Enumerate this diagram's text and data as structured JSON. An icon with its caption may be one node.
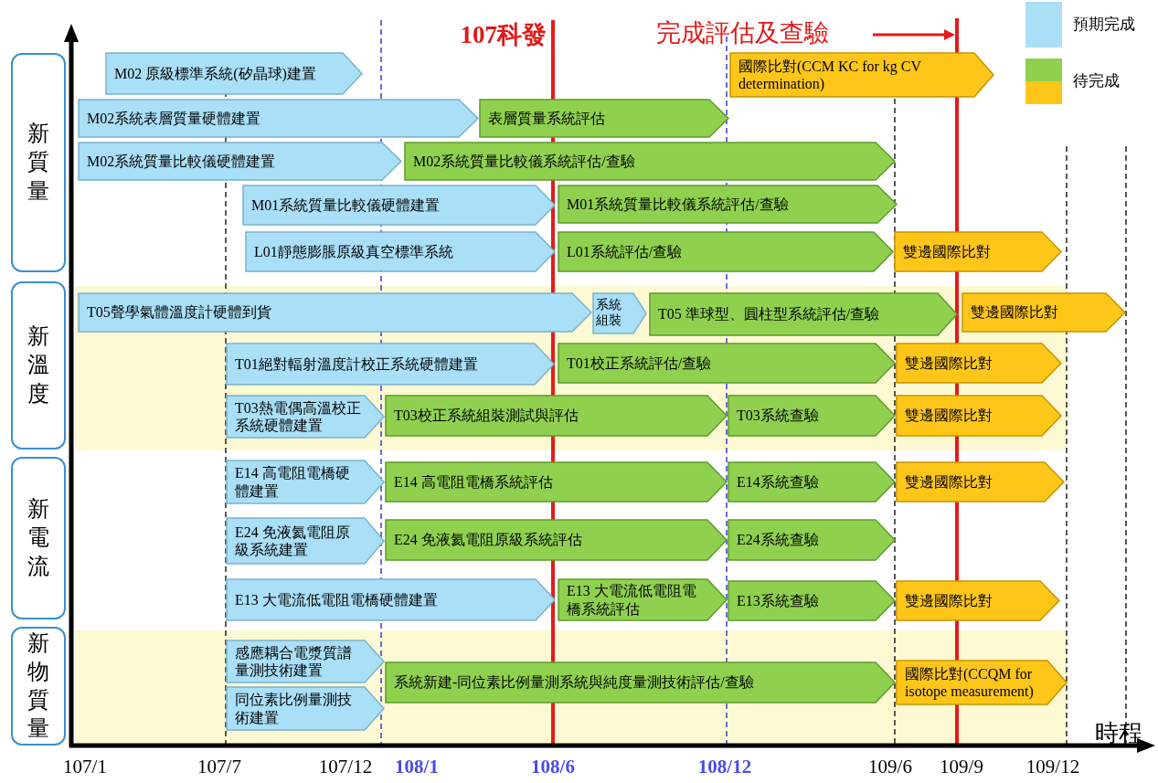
{
  "diagram": {
    "nodes": [
      {
        "text": [
          "新質量"
        ]
      },
      {
        "text": [
          "新溫度"
        ]
      },
      {
        "text": [
          "新電流"
        ]
      },
      {
        "text": [
          "新物質量"
        ]
      },
      {
        "text": [
          "M02 原級標準系統(矽晶球)建置"
        ]
      },
      {
        "text": [
          "國際比對(CCM KC for kg CV determination)"
        ]
      },
      {
        "text": [
          "M02系統表層質量硬體建置"
        ]
      },
      {
        "text": [
          "表層質量系統評估"
        ]
      },
      {
        "text": [
          "M02系統質量比較儀硬體建置"
        ]
      },
      {
        "text": [
          "M02系統質量比較儀系統評估/查驗"
        ]
      },
      {
        "text": [
          "M01系統質量比較儀硬體建置"
        ]
      },
      {
        "text": [
          "M01系統質量比較儀系統評估/查驗"
        ]
      },
      {
        "text": [
          "L01靜態膨脹原級真空標準系統"
        ]
      },
      {
        "text": [
          "L01系統評估/查驗"
        ]
      },
      {
        "text": [
          "雙邊國際比對"
        ]
      },
      {
        "text": [
          "T05聲學氣體溫度計硬體到貨"
        ]
      },
      {
        "text": [
          "系統組裝"
        ]
      },
      {
        "text": [
          "T05 準球型、圓柱型系統評估/查驗"
        ]
      },
      {
        "text": [
          "雙邊國際比對"
        ]
      },
      {
        "text": [
          "T01絕對輻射溫度計校正系統硬體建置"
        ]
      },
      {
        "text": [
          "T01校正系統評估/查驗"
        ]
      },
      {
        "text": [
          "雙邊國際比對"
        ]
      },
      {
        "text": [
          "T03熱電偶高溫校正系統硬體建置"
        ]
      },
      {
        "text": [
          "T03校正系統組裝測試與評估"
        ]
      },
      {
        "text": [
          "T03系統查驗"
        ]
      },
      {
        "text": [
          "雙邊國際比對"
        ]
      },
      {
        "text": [
          "E14 高電阻電橋硬體建置"
        ]
      },
      {
        "text": [
          "E14 高電阻電橋系統評估"
        ]
      },
      {
        "text": [
          "E14系統查驗"
        ]
      },
      {
        "text": [
          "雙邊國際比對"
        ]
      },
      {
        "text": [
          "E24 免液氦電阻原級系統建置"
        ]
      },
      {
        "text": [
          "E24 免液氦電阻原級系統評估"
        ]
      },
      {
        "text": [
          "E24系統查驗"
        ]
      },
      {
        "text": [
          "E13 大電流低電阻電橋硬體建置"
        ]
      },
      {
        "text": [
          "E13 大電流低電阻電橋系統評估"
        ]
      },
      {
        "text": [
          "E13系統查驗"
        ]
      },
      {
        "text": [
          "雙邊國際比對"
        ]
      },
      {
        "text": [
          "感應耦合電漿質譜量測技術建置"
        ]
      },
      {
        "text": [
          "同位素比例量測技術建置"
        ]
      },
      {
        "text": [
          "系統新建-同位素比例量測系統與純度量測技術評估/查驗"
        ]
      },
      {
        "text": [
          "國際比對(CCQM for isotope measurement)"
        ]
      }
    ],
    "labels": [
      "107科發",
      "完成評估及查驗",
      "時程",
      "107/1",
      "107/7",
      "107/12",
      "108/1",
      "108/6",
      "108/12",
      "109/6",
      "109/9",
      "109/12"
    ],
    "legend": [
      {
        "text": "預期完成",
        "color": "#a9dff7"
      },
      {
        "text": "待完成",
        "color": "#8fd14f"
      }
    ]
  }
}
